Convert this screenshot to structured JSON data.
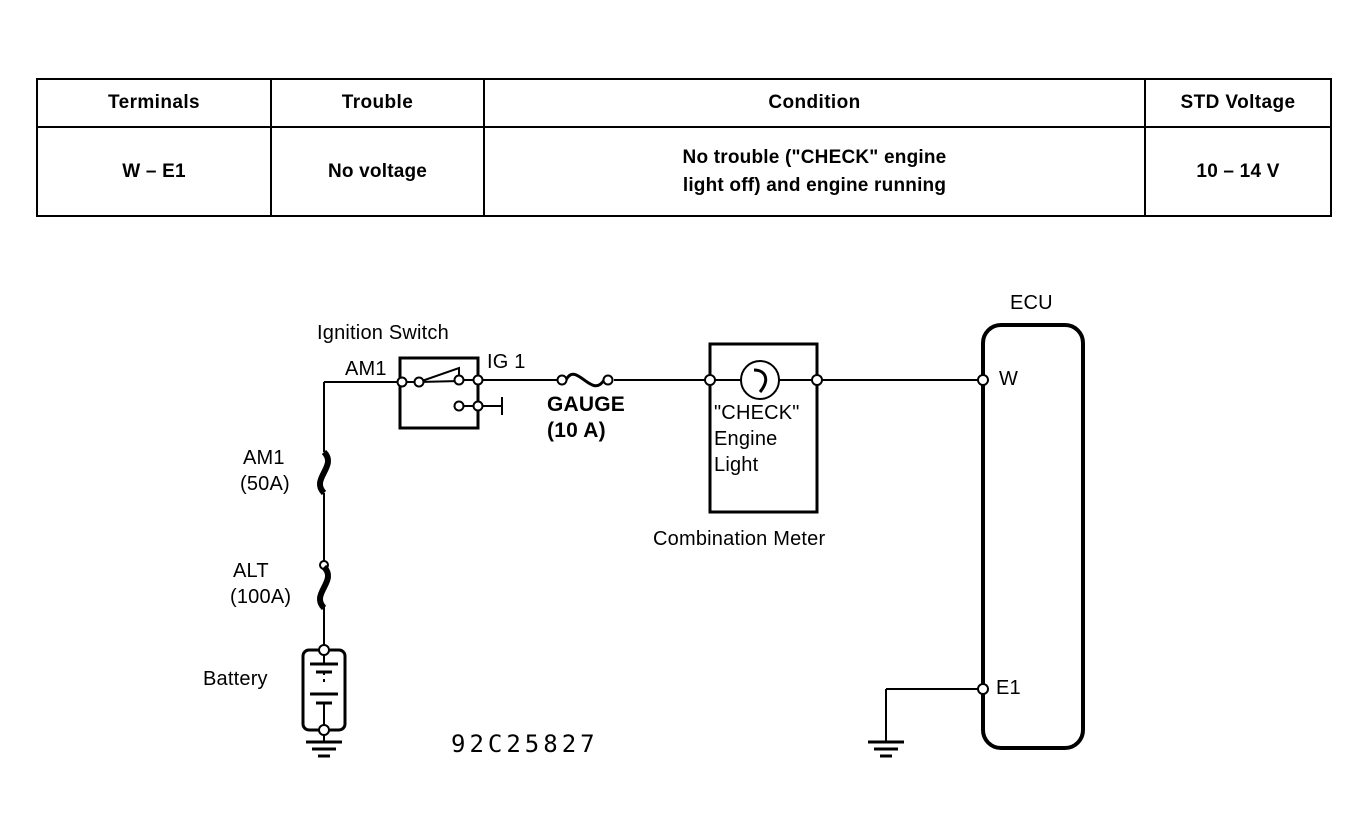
{
  "table": {
    "headers": [
      "Terminals",
      "Trouble",
      "Condition",
      "STD Voltage"
    ],
    "rows": [
      {
        "terminals": "W – E1",
        "trouble": "No voltage",
        "condition_line1": "No trouble (\"CHECK\" engine",
        "condition_line2": "light off) and engine running",
        "std_voltage": "10 – 14 V"
      }
    ]
  },
  "diagram": {
    "figure_id": "92C25827",
    "labels": {
      "ignition_switch": "Ignition Switch",
      "terminal_am1": "AM1",
      "terminal_ig1": "IG 1",
      "fuse_gauge_name": "GAUGE",
      "fuse_gauge_rating": "(10 A)",
      "fusible_link_am1_name": "AM1",
      "fusible_link_am1_rating": "(50A)",
      "fusible_link_alt_name": "ALT",
      "fusible_link_alt_rating": "(100A)",
      "battery": "Battery",
      "lamp_line1": "\"CHECK\"",
      "lamp_line2": "Engine",
      "lamp_line3": "Light",
      "combination_meter": "Combination Meter",
      "ecu": "ECU",
      "ecu_terminal_w": "W",
      "ecu_terminal_e1": "E1"
    }
  },
  "chart_data": {
    "type": "diagram",
    "title": "\"CHECK\" engine light circuit — W/E1 terminal inspection",
    "nodes": [
      {
        "id": "battery",
        "label": "Battery",
        "type": "battery"
      },
      {
        "id": "fl_alt",
        "label": "ALT (100A)",
        "type": "fusible-link"
      },
      {
        "id": "fl_am1",
        "label": "AM1 (50A)",
        "type": "fusible-link"
      },
      {
        "id": "ignition_switch",
        "label": "Ignition Switch",
        "type": "switch",
        "terminals": [
          "AM1",
          "IG 1"
        ]
      },
      {
        "id": "fuse_gauge",
        "label": "GAUGE (10 A)",
        "type": "fuse"
      },
      {
        "id": "combination_meter",
        "label": "Combination Meter",
        "type": "meter",
        "contains": "\"CHECK\" Engine Light"
      },
      {
        "id": "ecu",
        "label": "ECU",
        "type": "module",
        "terminals": [
          "W",
          "E1"
        ]
      },
      {
        "id": "ground_battery",
        "label": "",
        "type": "ground"
      },
      {
        "id": "ground_ecu",
        "label": "",
        "type": "ground"
      }
    ],
    "edges": [
      {
        "from": "battery",
        "to": "fl_alt"
      },
      {
        "from": "fl_alt",
        "to": "fl_am1"
      },
      {
        "from": "fl_am1",
        "to": "ignition_switch"
      },
      {
        "from": "ignition_switch",
        "to": "fuse_gauge"
      },
      {
        "from": "fuse_gauge",
        "to": "combination_meter"
      },
      {
        "from": "combination_meter",
        "to": "ecu"
      },
      {
        "from": "ecu",
        "to": "ground_ecu"
      },
      {
        "from": "battery",
        "to": "ground_battery"
      }
    ]
  }
}
